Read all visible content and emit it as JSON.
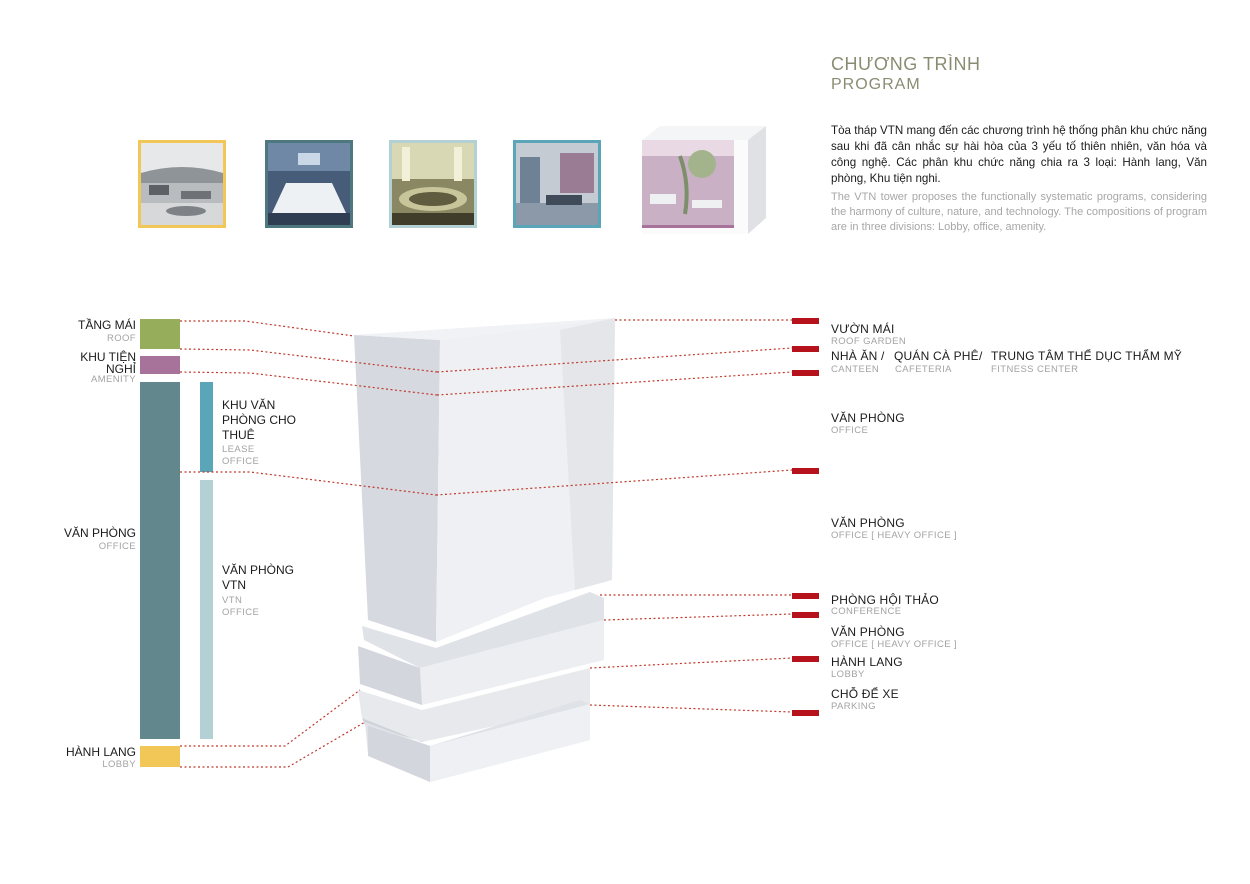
{
  "header": {
    "title_vn": "CHƯƠNG TRÌNH",
    "title_en": "PROGRAM",
    "description_vn": "Tòa tháp VTN mang đến các chương trình hệ thống phân khu chức năng sau khi đã cân nhắc sự hài hòa của 3 yếu tố thiên nhiên, văn hóa và công nghệ. Các phân khu chức năng chia ra 3 loại: Hành lang, Văn phòng, Khu tiện nghi.",
    "description_en": "The VTN tower proposes the functionally systematic programs, considering the harmony of culture, nature, and technology. The compositions of program are in three divisions: Lobby, office, amenity."
  },
  "thumbnails": [
    {
      "scene": "lobby-photo",
      "color": "#f2c758"
    },
    {
      "scene": "meeting-room-photo",
      "color": "#4e7880"
    },
    {
      "scene": "conference-hall-photo",
      "color": "#b3d0d5"
    },
    {
      "scene": "office-photo",
      "color": "#5aa5b8"
    },
    {
      "scene": "amenity-photo",
      "color": "#a7739a"
    }
  ],
  "left_legend": {
    "roof": {
      "label": "TẦNG MÁI",
      "sub": "ROOF",
      "color": "#96ae5c"
    },
    "amenity": {
      "label_line1": "KHU TIỆN",
      "label_line2": "NGHỈ",
      "sub": "AMENITY",
      "color": "#a7739a"
    },
    "office": {
      "label": "VĂN PHÒNG",
      "sub": "OFFICE",
      "color": "#62878d"
    },
    "lobby": {
      "label": "HÀNH LANG",
      "sub": "LOBBY",
      "color": "#f2c758"
    },
    "lease_office": {
      "line1": "KHU VĂN",
      "line2": "PHÒNG CHO",
      "line3": "THUÊ",
      "sub1": "LEASE",
      "sub2": "OFFICE",
      "color": "#5aa5b8"
    },
    "vtn_office": {
      "line1": "VĂN PHÒNG",
      "line2": "VTN",
      "sub1": "VTN",
      "sub2": "OFFICE",
      "color": "#b3d0d5"
    }
  },
  "right_labels": {
    "roof_garden": {
      "label": "VƯỜN MÁI",
      "sub": "ROOF GARDEN"
    },
    "canteen": {
      "label": "NHÀ ĂN",
      "sub": "CANTEEN"
    },
    "cafeteria": {
      "label": "QUÁN CÀ PHÊ",
      "sub": "CAFETERIA"
    },
    "fitness": {
      "label": "TRUNG TÂM THỂ DỤC THẨM MỸ",
      "sub": "FITNESS CENTER"
    },
    "separator": "/",
    "office1": {
      "label": "VĂN PHÒNG",
      "sub": "OFFICE"
    },
    "office2": {
      "label": "VĂN PHÒNG",
      "sub": "OFFICE [ HEAVY OFFICE ]"
    },
    "conference": {
      "label": "PHÒNG HỘI THẢO",
      "sub": "CONFERENCE"
    },
    "office3": {
      "label": "VĂN PHÒNG",
      "sub": "OFFICE [ HEAVY OFFICE ]"
    },
    "lobby": {
      "label": "HÀNH LANG",
      "sub": "LOBBY"
    },
    "parking": {
      "label": "CHỖ ĐỂ XE",
      "sub": "PARKING"
    }
  },
  "colors": {
    "marker_red": "#b6121b",
    "leader_red": "#c0392b",
    "tower_face": "#ebedf1",
    "tower_side": "#d9dce2"
  }
}
